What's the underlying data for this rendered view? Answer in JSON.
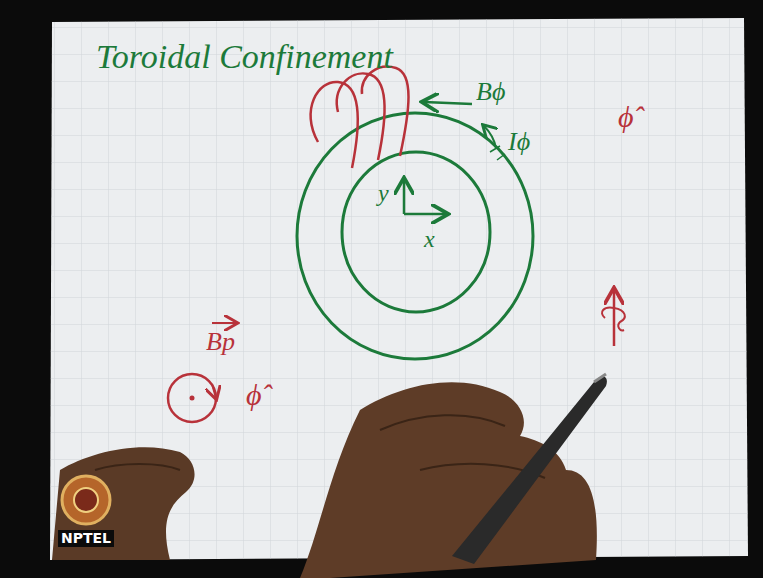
{
  "diagram": {
    "title": "Toroidal Confinement",
    "labels": [
      "Bϕ",
      "Iϕ",
      "y",
      "x",
      "ϕ̂",
      "Bp",
      "ϕ̂",
      "NPTEL"
    ]
  }
}
